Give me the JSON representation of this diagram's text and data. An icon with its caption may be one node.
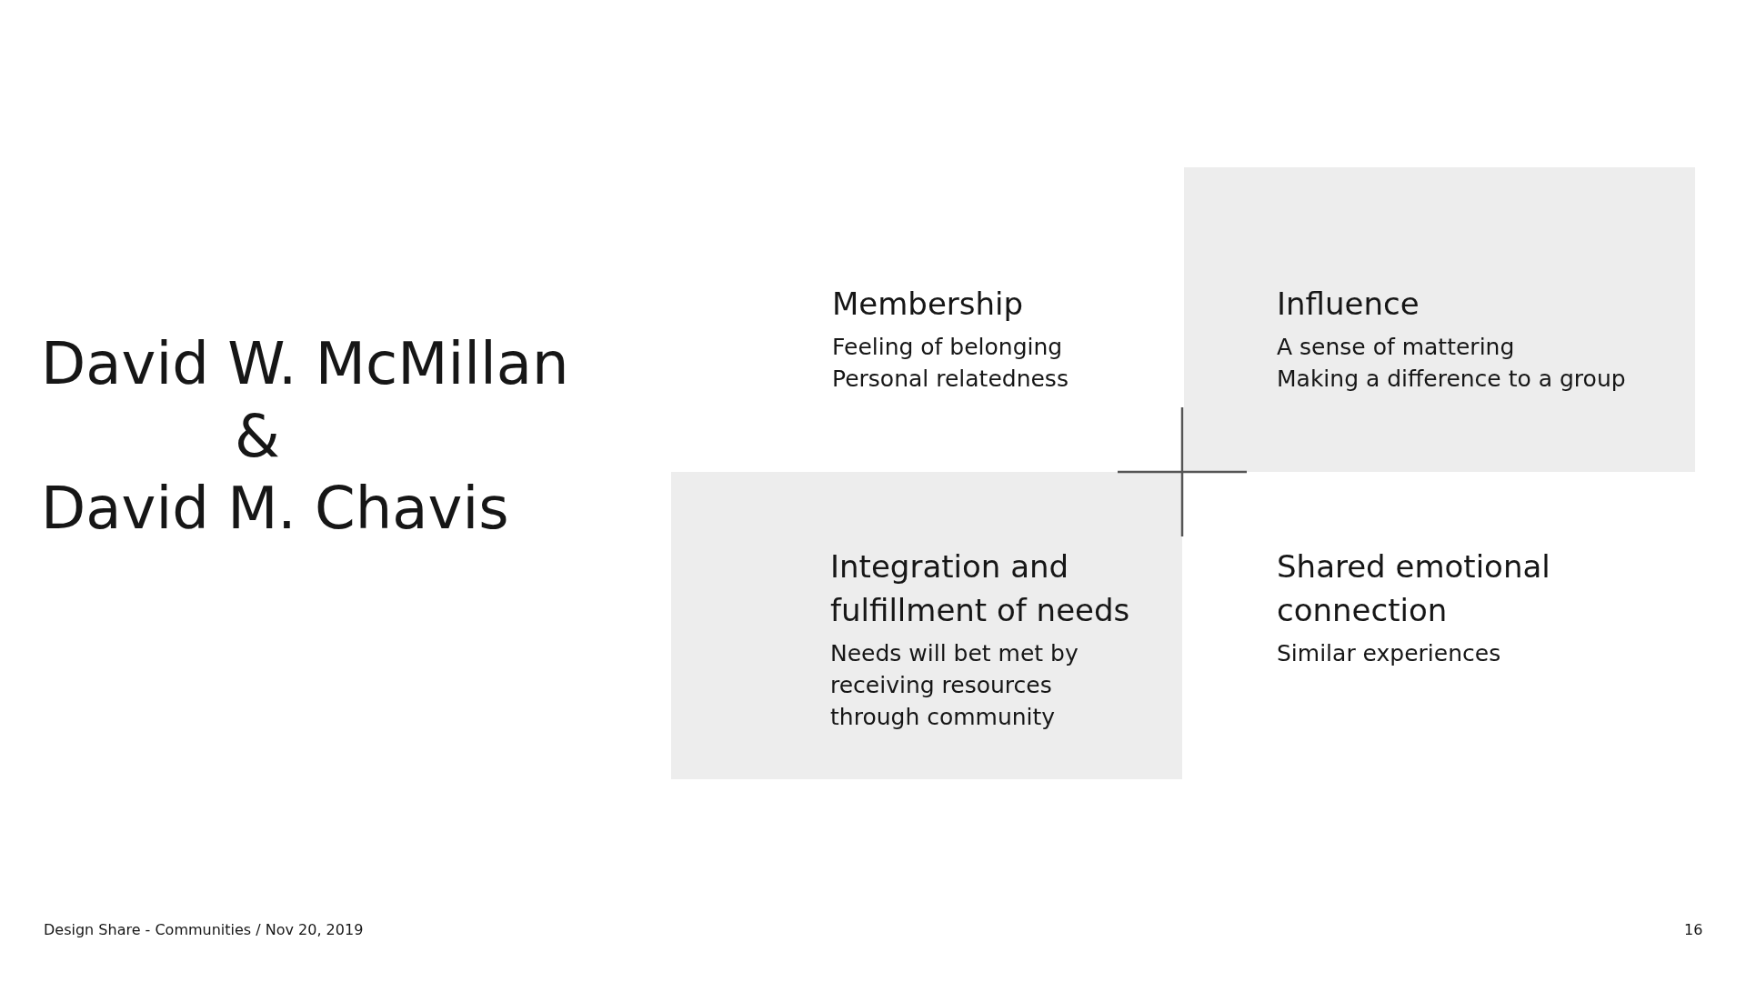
{
  "diagram": {
    "nodes": [
      {
        "text": [
          "Membership",
          "Feeling of belonging",
          "Personal relatedness"
        ]
      },
      {
        "text": [
          "Influence",
          "A sense of mattering",
          "Making a difference to a group"
        ]
      },
      {
        "text": [
          "Integration and fulfillment of needs",
          "Needs will bet met by receiving resources through community"
        ]
      },
      {
        "text": [
          "Shared emotional connection",
          "Similar experiences"
        ]
      }
    ],
    "labels": [
      "David W. McMillan",
      "&",
      "David M. Chavis",
      "Design Share - Communities / Nov 20, 2019",
      "16"
    ]
  }
}
